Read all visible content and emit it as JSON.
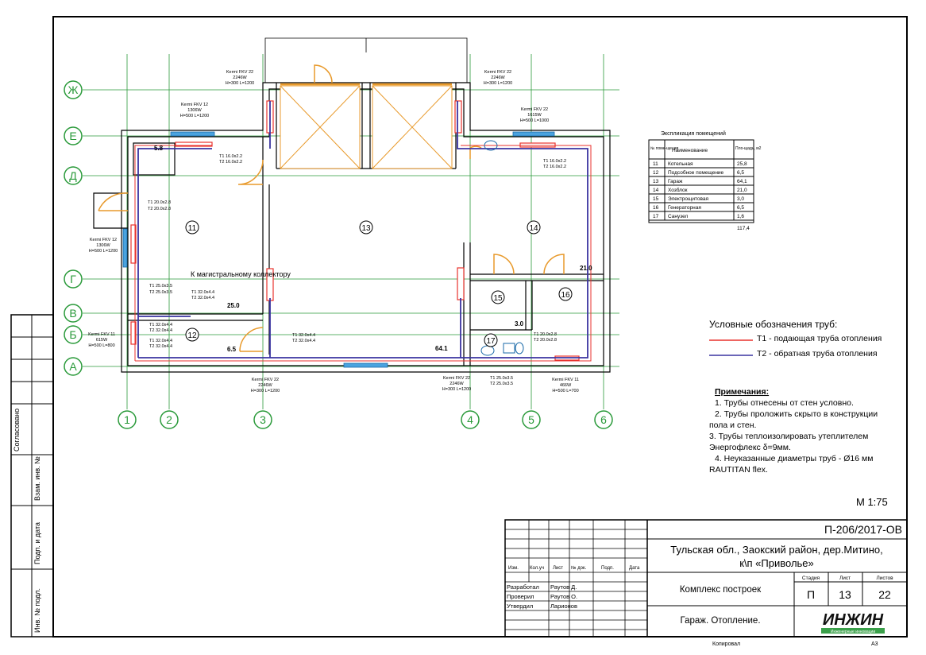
{
  "axes": {
    "rows": [
      "Ж",
      "Е",
      "Д",
      "Г",
      "В",
      "Б",
      "А"
    ],
    "cols": [
      "1",
      "2",
      "3",
      "4",
      "5",
      "6"
    ]
  },
  "rooms": {
    "r11": "11",
    "r12": "12",
    "r13": "13",
    "r14": "14",
    "r15": "15",
    "r16": "16",
    "r17": "17",
    "a25": "25.0",
    "a65": "6.5",
    "a64": "64.1",
    "a30": "3.0",
    "a21": "21.0",
    "a58": "5.8"
  },
  "radiators": [
    {
      "name": "Kermi FKV 22",
      "power": "2246W",
      "size": "H=300 L=1200"
    },
    {
      "name": "Kermi FKV 12",
      "power": "1306W",
      "size": "H=500 L=1200"
    },
    {
      "name": "Kermi FKV 22",
      "power": "2246W",
      "size": "H=300 L=1200"
    },
    {
      "name": "Kermi FKV 22",
      "power": "1615W",
      "size": "H=500 L=1000"
    },
    {
      "name": "Kermi FKV 12",
      "power": "1306W",
      "size": "H=500 L=1200"
    },
    {
      "name": "Kermi FKV 11",
      "power": "615W",
      "size": "H=500 L=800"
    },
    {
      "name": "Kermi FKV 22",
      "power": "2246W",
      "size": "H=300 L=1200"
    },
    {
      "name": "Kermi FKV 22",
      "power": "2246W",
      "size": "H=300 L=1200"
    },
    {
      "name": "Kermi FKV 11",
      "power": "466W",
      "size": "H=500 L=700"
    }
  ],
  "pipe_labels": {
    "p1a": "T1 16.0x2.2",
    "p1b": "T2 16.0x2.2",
    "p2a": "T1 20.0x2.8",
    "p2b": "T2 20.0x2.8",
    "p3a": "T1 25.0x3.5",
    "p3b": "T2 25.0x3.5",
    "p4a": "T1 32.0x4.4",
    "p4b": "T2 32.0x4.4",
    "p5a": "T1 32.0x4.4",
    "p5b": "T2 32.0x4.4",
    "p6a": "T1 32.0x4.4",
    "p6b": "T2 32.0x4.4",
    "p7a": "T1 32.0x4.4",
    "p7b": "T2 32.0x4.4",
    "p8a": "T1 25.0x3.5",
    "p8b": "T2 25.0x3.5",
    "p9a": "T1 20.0x2.8",
    "p9b": "T2 20.0x2.8",
    "p10a": "T1 16.0x2.2",
    "p10b": "T2 16.0x2.2",
    "collector": "К магистральному коллектору"
  },
  "explication": {
    "title": "Экспликация помещений",
    "headers": [
      "№ поме-щения",
      "Наименование",
      "Пло-щадь, м2"
    ],
    "rows": [
      [
        "11",
        "Котельная",
        "25,8"
      ],
      [
        "12",
        "Подсобное помещение",
        "6,5"
      ],
      [
        "13",
        "Гараж",
        "64,1"
      ],
      [
        "14",
        "Хозблок",
        "21,0"
      ],
      [
        "15",
        "Электрощитовая",
        "3,0"
      ],
      [
        "16",
        "Генераторная",
        "6,5"
      ],
      [
        "17",
        "Санузел",
        "1,6"
      ]
    ],
    "total": "117,4"
  },
  "legend": {
    "title": "Условные обозначения  труб:",
    "t1": "Т1 - подающая труба отопления",
    "t2": "Т2 - обратная труба отопления",
    "t1_color": "#e8322d",
    "t2_color": "#3a33a0"
  },
  "notes": {
    "title": "Примечания:",
    "lines": [
      "1. Трубы отнесены от стен условно.",
      "2. Трубы проложить скрыто в конструкции",
      "пола и стен.",
      "3. Трубы теплоизолировать утеплителем",
      "Энергофлекс δ=9мм.",
      "4. Неуказанные диаметры труб - Ø16 мм",
      "RAUTITAN flex."
    ]
  },
  "scale": "М 1:75",
  "title_block": {
    "code": "П-206/2017-ОВ",
    "address1": "Тульская обл., Заокский район, дер.Митино,",
    "address2": "к\\п «Приволье»",
    "object": "Комплекс построек",
    "sheet_title": "Гараж. Отопление.",
    "stage_h": "Стадия",
    "sheet_h": "Лист",
    "sheets_h": "Листов",
    "stage": "П",
    "sheet": "13",
    "sheets": "22",
    "col_headers": [
      "Изм.",
      "Кол.уч",
      "Лист",
      "№ док.",
      "Подп.",
      "Дата"
    ],
    "roles": [
      {
        "role": "Разработал",
        "name": "Раутов Д."
      },
      {
        "role": "Проверил",
        "name": "Раутов О."
      },
      {
        "role": "Утвердил",
        "name": "Ларионов"
      }
    ],
    "logo": "ИНЖИН",
    "logo_sub": "Инженерные инновации",
    "copied": "Копировал",
    "format": "А3"
  },
  "side_stamp": {
    "agreed": "Согласовано",
    "inv_repl": "Взам. инв. №",
    "sign_date": "Подп. и дата",
    "inv_orig": "Инв. № подл."
  }
}
